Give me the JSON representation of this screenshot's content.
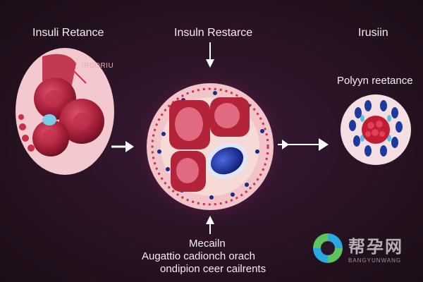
{
  "labels": {
    "left_title": "Insuli Retance",
    "middle_title": "Insuln Restarce",
    "right_title": "Irusiin",
    "small_label": "IRSORIU",
    "right_sub": "Polyyn reetance",
    "bottom_title": "Mecailn",
    "bottom_line1": "Augattio cadionch orach",
    "bottom_line2": "ondipion ceer cailrents"
  },
  "watermark": {
    "chinese": "帮孕网",
    "latin": "BANGYUNWANG"
  },
  "colors": {
    "background": "#2a1428",
    "cell_red": "#b3243a",
    "membrane_pink": "#f3c9cf",
    "blue_particle": "#1f2f9e"
  }
}
